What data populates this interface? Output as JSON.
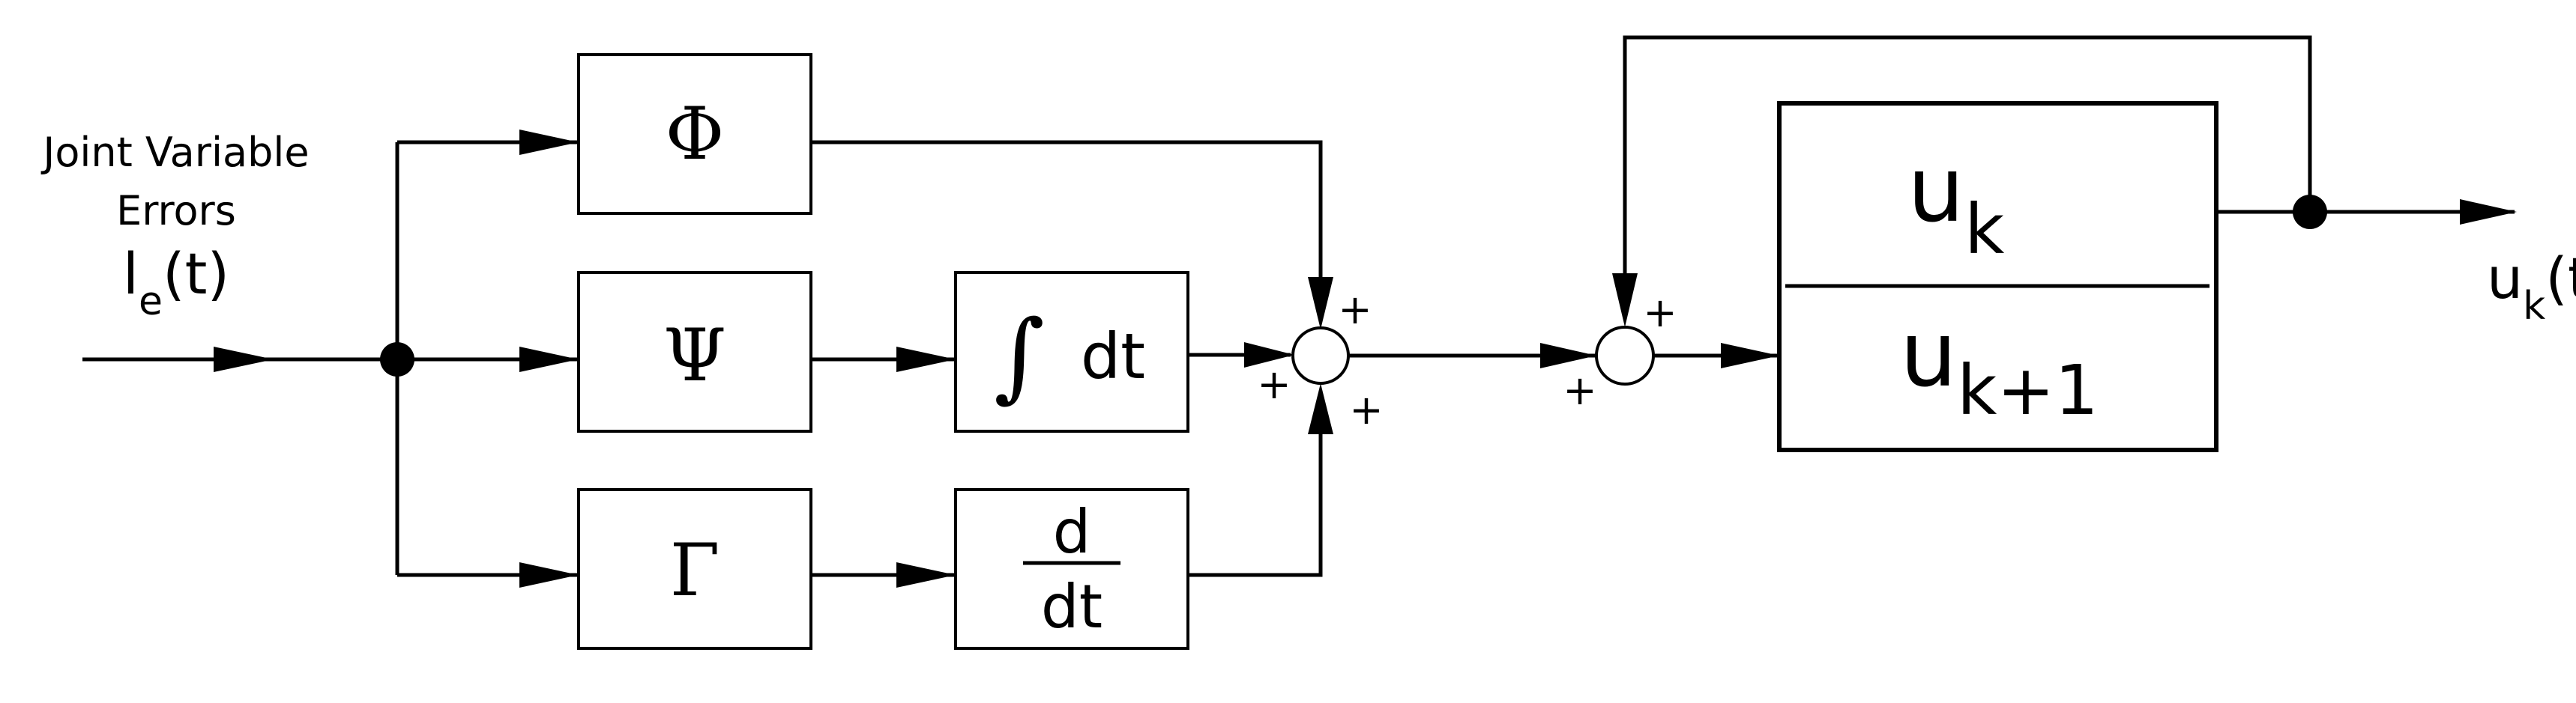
{
  "input": {
    "label_line1": "Joint Variable",
    "label_line2": "Errors",
    "signal": "l",
    "signal_sub": "e",
    "signal_arg": "(t)"
  },
  "blocks": {
    "phi": "Φ",
    "psi": "Ψ",
    "gamma": "Γ",
    "integral_symbol": "∫",
    "integral_dt": "dt",
    "deriv_num": "d",
    "deriv_den": "dt",
    "memory_top": "u",
    "memory_top_sub": "k",
    "memory_bottom": "u",
    "memory_bottom_sub": "k+1"
  },
  "sums": {
    "pid_top": "+",
    "pid_left": "+",
    "pid_bottom": "+",
    "update_top": "+",
    "update_left": "+"
  },
  "output": {
    "signal": "u",
    "signal_sub": "k",
    "signal_arg": "(t)"
  }
}
